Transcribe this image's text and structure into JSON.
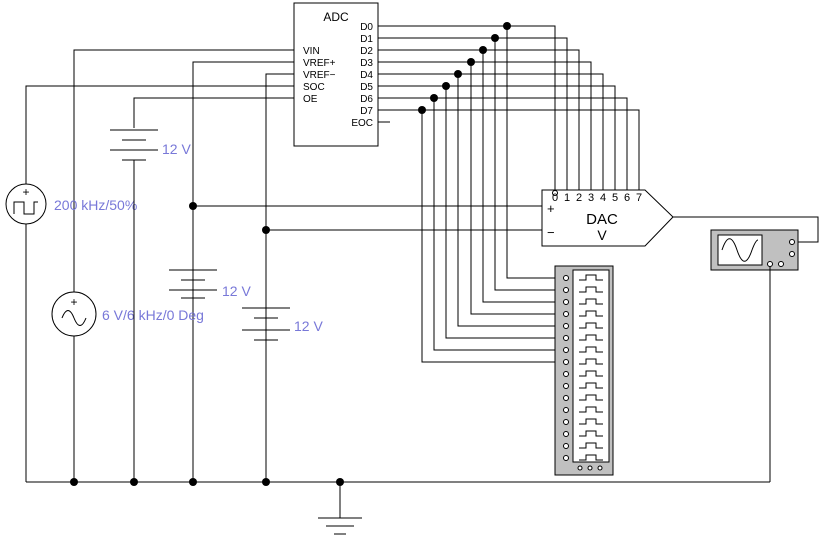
{
  "adc": {
    "title": "ADC",
    "inputs": [
      "VIN",
      "VREF+",
      "VREF−",
      "SOC",
      "OE"
    ],
    "outputs": [
      "D0",
      "D1",
      "D2",
      "D3",
      "D4",
      "D5",
      "D6",
      "D7",
      "EOC"
    ]
  },
  "dac": {
    "name": "DAC",
    "unit": "V",
    "plus": "+",
    "minus": "−",
    "pins": [
      "0",
      "1",
      "2",
      "3",
      "4",
      "5",
      "6",
      "7"
    ]
  },
  "sources": {
    "clock_label": "200 kHz/50%",
    "sine_label": "6 V/6 kHz/0 Deg",
    "plus_sign": "+"
  },
  "batteries": [
    {
      "label": "12 V"
    },
    {
      "label": "12 V"
    },
    {
      "label": "12 V"
    }
  ],
  "colors": {
    "wire": "#000000",
    "label": "#7878d8",
    "instrument_body": "#c0c0c0"
  },
  "icons": [
    "ground-icon",
    "oscilloscope-icon",
    "logic-analyzer-icon",
    "clock-source-icon",
    "sine-source-icon"
  ]
}
